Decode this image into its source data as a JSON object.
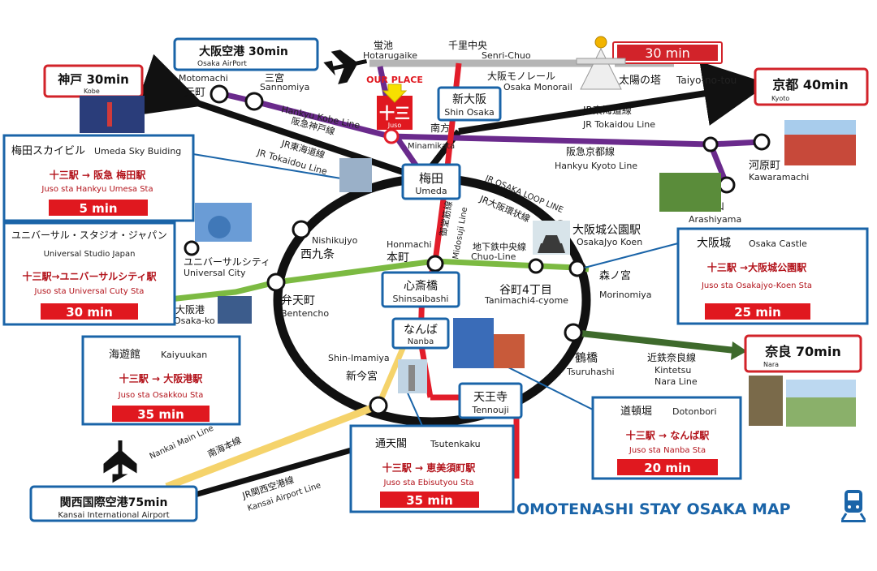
{
  "colors": {
    "loop_line": "#111111",
    "hankyu": "#6a2a8c",
    "midosuji": "#e21d2a",
    "chuo": "#7cba42",
    "kintetsu": "#3e6a2c",
    "nankai": "#f5d36b",
    "monorail": "#b5b5b5",
    "box_blue": "#1a64a8",
    "box_red": "#d2232a",
    "accent_red": "#e0181f",
    "highlight_yellow": "#f7e000"
  },
  "title": "OMOTENASHI STAY OSAKA MAP",
  "our_place": "OUR PLACE",
  "juso": {
    "jp": "十三",
    "en": "Juso"
  },
  "stations": {
    "shin_osaka": {
      "jp": "新大阪",
      "en": "Shin Osaka"
    },
    "umeda": {
      "jp": "梅田",
      "en": "Umeda"
    },
    "shinsaibashi": {
      "jp": "心斎橋",
      "en": "Shinsaibashi"
    },
    "nanba": {
      "jp": "なんば",
      "en": "Nanba"
    },
    "tennouji": {
      "jp": "天王寺",
      "en": "Tennouji"
    },
    "hotarugaike": {
      "jp": "蛍池",
      "en": "Hotarugaike"
    },
    "senri_chuo": {
      "jp": "千里中央",
      "en": "Senri-Chuo"
    },
    "motomachi": {
      "en": "Motomachi",
      "jp": "元町"
    },
    "sannomiya": {
      "jp": "三宮",
      "en": "Sannomiya"
    },
    "minamikata": {
      "jp": "南方",
      "en": "Minamikata"
    },
    "kawaramachi": {
      "jp": "河原町",
      "en": "Kawaramachi"
    },
    "arashiyama": {
      "jp": "嵐山",
      "en": "Arashiyama"
    },
    "nishikujyo": {
      "en": "Nishikujyo",
      "jp": "西九条"
    },
    "universal_city": {
      "jp": "ユニバーサルシティ",
      "en": "Universal City"
    },
    "bentencho": {
      "jp": "弁天町",
      "en": "Bentencho"
    },
    "osakako": {
      "jp": "大阪港",
      "en": "Osaka-ko"
    },
    "honmachi": {
      "en": "Honmachi",
      "jp": "本町"
    },
    "tanimachi": {
      "jp": "谷町4丁目",
      "en": "Tanimachi4-cyome"
    },
    "morinomiya": {
      "jp": "森ノ宮",
      "en": "Morinomiya"
    },
    "osakajyo_koen": {
      "jp": "大阪城公園駅",
      "en": "OsakaJyo Koen"
    },
    "shin_imamiya": {
      "en": "Shin-Imamiya",
      "jp": "新今宮"
    },
    "tsuruhashi": {
      "jp": "鶴橋",
      "en": "Tsuruhashi"
    }
  },
  "lines": {
    "hankyu_kobe": {
      "en": "Hankyu Kobe Line",
      "jp": "阪急神戸線"
    },
    "jr_tokaido_west": {
      "jp": "JR東海道線",
      "en": "JR Tokaidou Line"
    },
    "jr_tokaido_east": {
      "jp": "JR東海道線",
      "en": "JR Tokaidou Line"
    },
    "hankyu_kyoto": {
      "jp": "阪急京都線",
      "en": "Hankyu Kyoto Line"
    },
    "osaka_monorail": {
      "jp": "大阪モノレール",
      "en": "Osaka Monorail"
    },
    "taiyo": {
      "jp": "太陽の塔",
      "en": "Taiyo-no-tou"
    },
    "loop_en": "JR OSAKA LOOP LINE",
    "loop_jp": "JR大阪環状線",
    "midosuji_jp": "御堂筋線",
    "midosuji_en": "Midosuji Line",
    "chuo_jp": "地下鉄中央線",
    "chuo_en": "Chuo-Line",
    "kintetsu_jp": "近鉄奈良線",
    "kintetsu_en1": "Kintetsu",
    "kintetsu_en2": "Nara Line",
    "nankai_en": "Nankai Main Line",
    "nankai_jp": "南海本線",
    "jr_kansai_jp": "JR関西空港線",
    "jr_kansai_en": "Kansai Airport Line"
  },
  "destinations": {
    "kobe": {
      "jp": "神戸",
      "time": "30min",
      "en": "Kobe"
    },
    "kyoto": {
      "jp": "京都",
      "time": "40min",
      "en": "Kyoto"
    },
    "nara": {
      "jp": "奈良",
      "time": "70min",
      "en": "Nara"
    },
    "osaka_airport": {
      "jp": "大阪空港",
      "time": "30min",
      "en": "Osaka AirPort"
    },
    "kansai_airport": {
      "jp": "関西国際空港",
      "time": "75min",
      "en": "Kansai International Airport"
    },
    "taiyo_time": "30 min"
  },
  "info_boxes": {
    "umeda_sky": {
      "title_jp": "梅田スカイビル",
      "title_en": "Umeda Sky Buiding",
      "route_jp": "十三駅 → 阪急 梅田駅",
      "route_en": "Juso sta    Hankyu Umesa Sta",
      "time": "5 min"
    },
    "usj": {
      "title_jp": "ユニバーサル・スタジオ・ジャパン",
      "title_en": "Universal Studio Japan",
      "route_jp": "十三駅→ユニバーサルシティ駅",
      "route_en": "Juso sta    Universal Cuty Sta",
      "time": "30 min"
    },
    "kaiyuukan": {
      "title_jp": "海遊館",
      "title_en": "Kaiyuukan",
      "route_jp": "十三駅 → 大阪港駅",
      "route_en": "Juso sta    Osakkou Sta",
      "time": "35 min"
    },
    "osaka_castle": {
      "title_jp": "大阪城",
      "title_en": "Osaka Castle",
      "route_jp": "十三駅 →大阪城公園駅",
      "route_en": "Juso sta    Osakajyo-Koen Sta",
      "time": "25 min"
    },
    "dotonbori": {
      "title_jp": "道頓堀",
      "title_en": "Dotonbori",
      "route_jp": "十三駅 → なんば駅",
      "route_en": "Juso sta    Nanba Sta",
      "time": "20 min"
    },
    "tsutenkaku": {
      "title_jp": "通天閣",
      "title_en": "Tsutenkaku",
      "route_jp": "十三駅 → 恵美須町駅",
      "route_en": "Juso sta    Ebisutyou Sta",
      "time": "35 min"
    }
  },
  "icons": [
    "airplane-icon",
    "train-icon",
    "arrow-down-icon"
  ]
}
